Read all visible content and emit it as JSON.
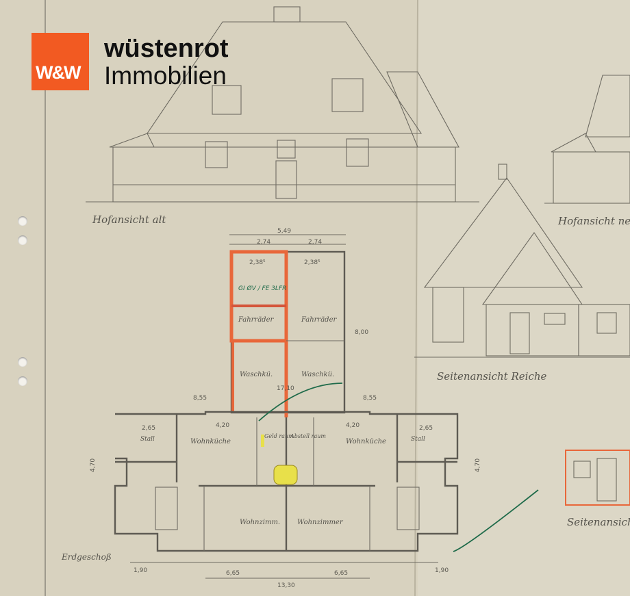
{
  "logo": {
    "mark": "W&W",
    "brand": "wüstenrot",
    "sub": "Immobilien",
    "color": "#f25a22"
  },
  "drawing": {
    "elevations": {
      "hof_alt": "Hofansicht alt",
      "hof_neu": "Hofansicht neu",
      "seite_reiche": "Seitenansicht Reiche",
      "seite": "Seitenansicht"
    },
    "floor_label": "Erdgeschoß",
    "rooms": {
      "fahrraeder_left": "Fahrräder",
      "fahrraeder_right": "Fahrräder",
      "waschkue_left": "Waschkü.",
      "waschkue_right": "Waschkü.",
      "stall_left": "Stall",
      "stall_right": "Stall",
      "wohnkueche_left": "Wohnküche",
      "wohnkueche_right": "Wohnküche",
      "wohnzimmer_left": "Wohnzimm.",
      "wohnzimmer_right": "Wohnzimmer",
      "geld_raum": "Geld raum",
      "abstell_raum": "Abstell raum"
    },
    "dimensions": {
      "top_total": "5,49",
      "top_left": "2,74",
      "top_right": "2,74",
      "inner_left": "2,38⁵",
      "inner_right": "2,38⁵",
      "bottom_total": "13,30",
      "bottom_left": "6,65",
      "bottom_right": "6,65",
      "edge_left": "1,90",
      "edge_right": "1,90",
      "height_left": "4,70",
      "height_right": "4,70",
      "wing_left": "8,55",
      "wing_right": "8,55",
      "wk_left": "4,20",
      "wk_right": "4,20",
      "stall_left": "2,65",
      "stall_right": "2,65",
      "side_depth": "8,00",
      "mid": "17,10"
    },
    "annotation": "GI ØV / FE 3LFR",
    "accent_orange": "#e8673a",
    "accent_green": "#1f6b4a",
    "accent_yellow": "#e8e04a"
  }
}
